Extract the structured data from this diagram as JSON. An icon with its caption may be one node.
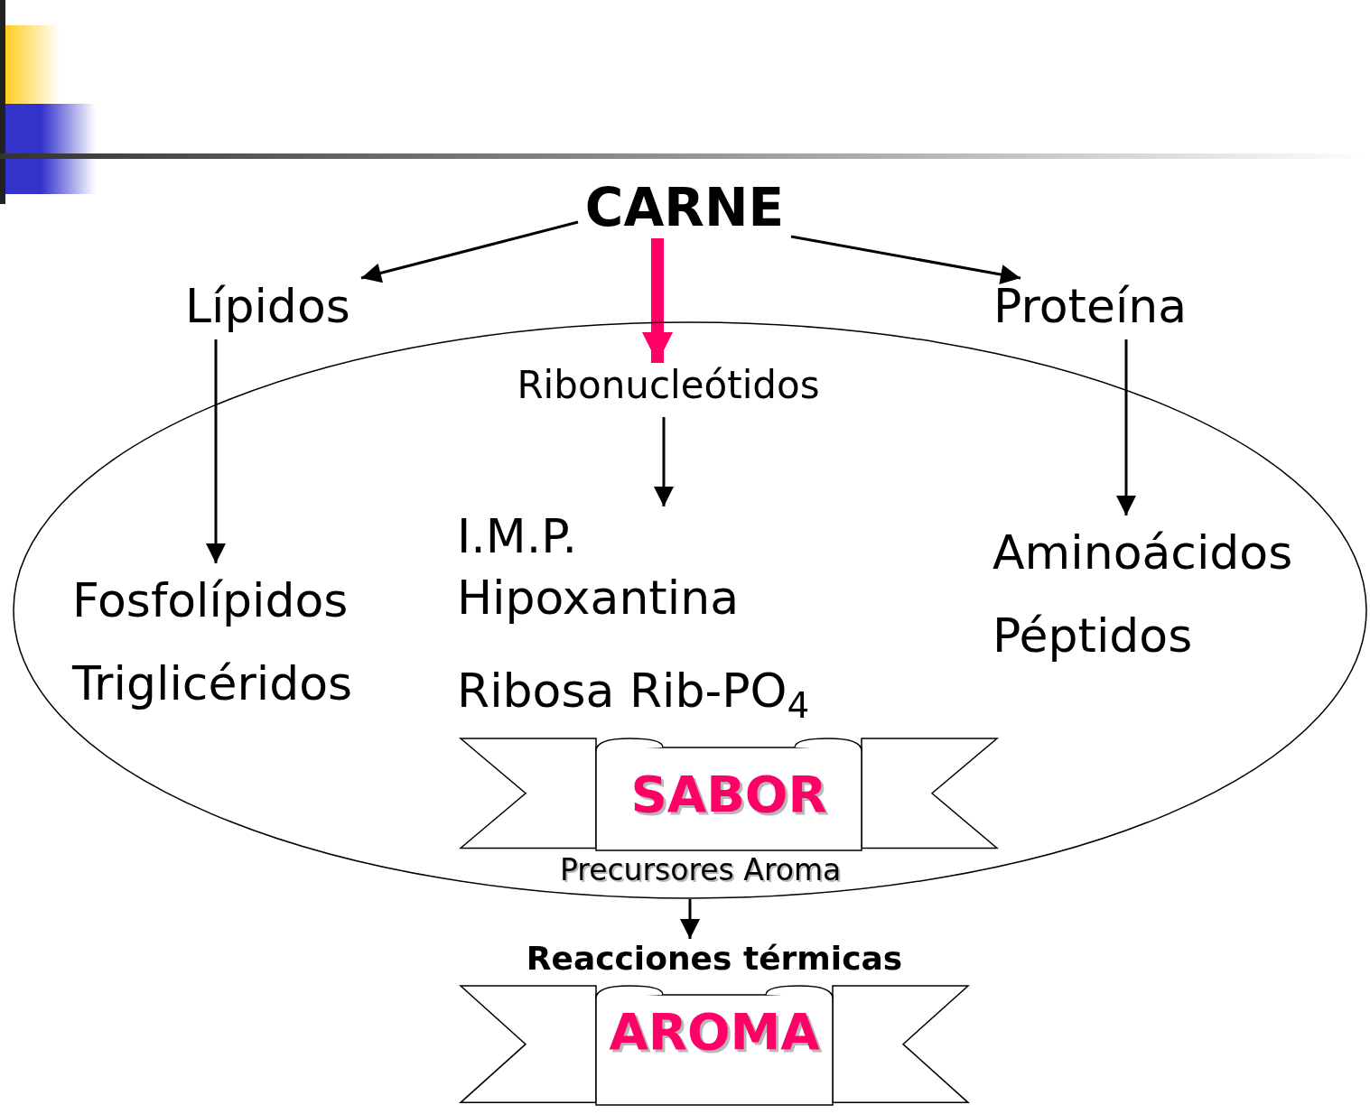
{
  "diagram": {
    "nodes": [
      {
        "text": [
          "CARNE"
        ]
      },
      {
        "text": [
          "Lípidos"
        ]
      },
      {
        "text": [
          "Proteína"
        ]
      },
      {
        "text": [],
        "shape": "ellipse"
      },
      {
        "text": [
          "Ribonucleótidos"
        ],
        "in": 3
      },
      {
        "text": [
          "Fosfolípidos",
          "Triglicéridos"
        ],
        "in": 3
      },
      {
        "text": [
          "I.M.P.",
          "Hipoxantina",
          "Ribosa Rib-PO$_{4}$"
        ],
        "in": 3
      },
      {
        "text": [
          "Aminoácidos",
          "Péptidos"
        ],
        "in": 3
      },
      {
        "text": [
          "SABOR"
        ],
        "beside": [
          "Precursores Aroma"
        ],
        "in": 3
      },
      {
        "text": [
          "Reacciones térmicas",
          "AROMA"
        ]
      }
    ],
    "edges": [
      {
        "from": 0,
        "to": 1,
        "arrow": "to"
      },
      {
        "from": 0,
        "to": 2,
        "arrow": "to"
      },
      {
        "from": 0,
        "to": 4,
        "arrow": "to",
        "style": "thick",
        "color": "#ff0066"
      },
      {
        "from": 1,
        "to": 5,
        "arrow": "to"
      },
      {
        "from": 4,
        "to": 6,
        "arrow": "to"
      },
      {
        "from": 2,
        "to": 7,
        "arrow": "to"
      },
      {
        "from": 3,
        "to": 9,
        "arrow": "to"
      }
    ]
  }
}
